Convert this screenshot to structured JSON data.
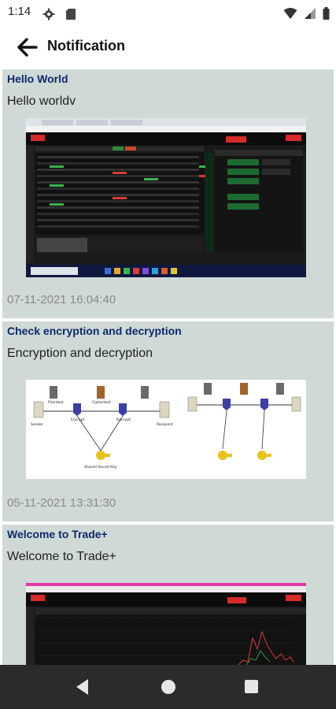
{
  "status_bar": {
    "time": "1:14",
    "icons_left": [
      "gear-icon",
      "sd-card-icon"
    ],
    "icons_right": [
      "wifi-icon",
      "signal-icon",
      "battery-icon"
    ]
  },
  "app_bar": {
    "title": "Notification"
  },
  "notifications": [
    {
      "title": "Hello World",
      "body": "Hello worldv",
      "date": "07-11-2021 16:04:40",
      "image": "trading-platform-screenshot"
    },
    {
      "title": "Check encryption and decryption",
      "body": "Encryption and decryption",
      "date": "05-11-2021 13:31:30",
      "image": "encryption-diagram",
      "diagram_labels": {
        "sender": "Sender",
        "plaintext": "Plaintext",
        "ciphertext": "Ciphertext",
        "encrypt": "Encrypt",
        "decrypt": "Decrypt",
        "recipient": "Recipient",
        "shared_key": "Shared Secret Key"
      }
    },
    {
      "title": "Welcome to Trade+",
      "body": "Welcome to Trade+",
      "image": "trading-chart-screenshot"
    }
  ],
  "nav_bar": {
    "buttons": [
      "back-triangle-icon",
      "home-circle-icon",
      "recents-square-icon"
    ]
  }
}
